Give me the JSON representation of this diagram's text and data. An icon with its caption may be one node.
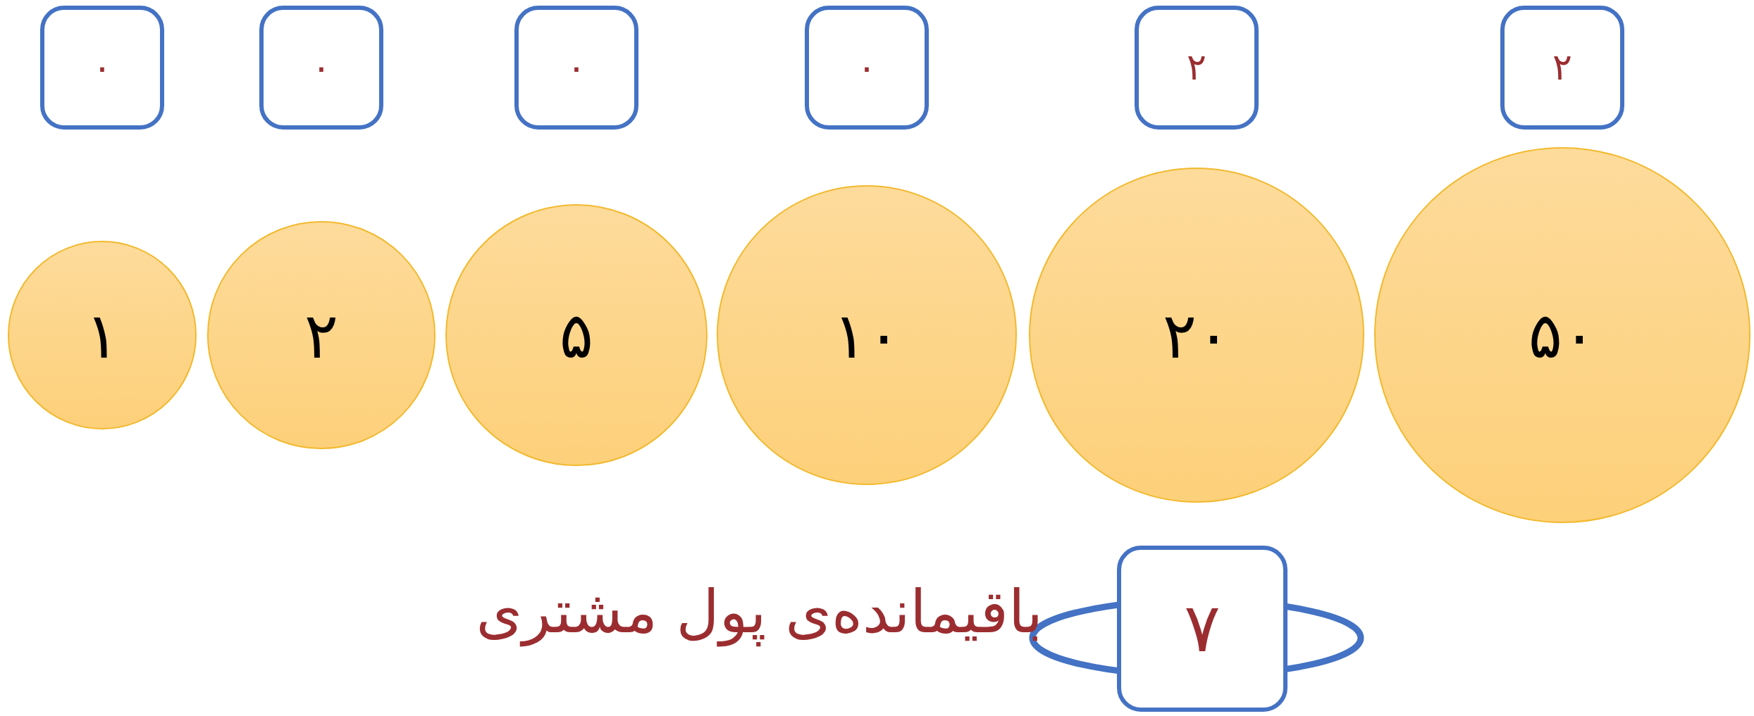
{
  "diagram": {
    "nodes": [
      {
        "text": [
          "۰"
        ]
      },
      {
        "text": [
          "۰"
        ]
      },
      {
        "text": [
          "۰"
        ]
      },
      {
        "text": [
          "۰"
        ]
      },
      {
        "text": [
          "۲"
        ]
      },
      {
        "text": [
          "۲"
        ]
      },
      {
        "text": [
          "۱"
        ]
      },
      {
        "text": [
          "۲"
        ]
      },
      {
        "text": [
          "۵"
        ]
      },
      {
        "text": [
          "۱۰"
        ]
      },
      {
        "text": [
          "۲۰"
        ]
      },
      {
        "text": [
          "۵۰"
        ]
      },
      {
        "text": [
          "۷"
        ]
      }
    ],
    "edges": [],
    "labels": [
      "باقیمانده‌ی پول مشتری"
    ]
  }
}
